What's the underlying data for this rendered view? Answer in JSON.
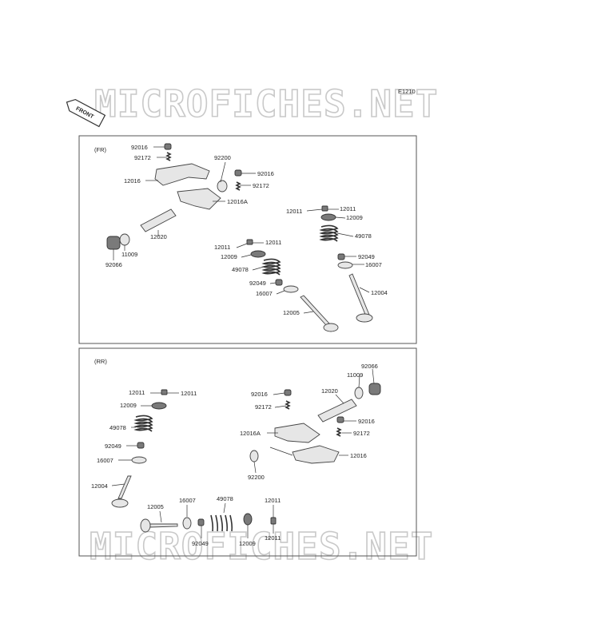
{
  "diagram_code": "E1210",
  "watermark": "MICROFICHES.NET",
  "front_arrow_label": "FRONT",
  "panels": {
    "front": {
      "label": "(FR)"
    },
    "rear": {
      "label": "(RR)"
    }
  },
  "labels_front": {
    "l92016_a": "92016",
    "l92172_a": "92172",
    "l92200": "92200",
    "l92016_b": "92016",
    "l92172_b": "92172",
    "l12016": "12016",
    "l12016A": "12016A",
    "l12020": "12020",
    "l11009": "11009",
    "l92066": "92066",
    "l12011_a": "12011",
    "l12011_b": "12011",
    "l12009_a": "12009",
    "l49078_a": "49078",
    "l92049_a": "92049",
    "l16007_a": "16007",
    "l12004": "12004",
    "l12011_c": "12011",
    "l12011_d": "12011",
    "l12009_b": "12009",
    "l49078_b": "49078",
    "l92049_b": "92049",
    "l16007_b": "16007",
    "l12005": "12005"
  },
  "labels_rear": {
    "l12011_a": "12011",
    "l12011_b": "12011",
    "l12009_a": "12009",
    "l49078_a": "49078",
    "l92049_a": "92049",
    "l16007_a": "16007",
    "l12004": "12004",
    "l12005": "12005",
    "l16007_b": "16007",
    "l49078_b": "49078",
    "l12011_c": "12011",
    "l92049_b": "92049",
    "l12009_b": "12009",
    "l12011_d": "12011",
    "l92016_a": "92016",
    "l12020": "12020",
    "l11009": "11009",
    "l92066": "92066",
    "l92172_a": "92172",
    "l92016_b": "92016",
    "l12016A": "12016A",
    "l92172_b": "92172",
    "l12016": "12016",
    "l92200": "92200"
  }
}
